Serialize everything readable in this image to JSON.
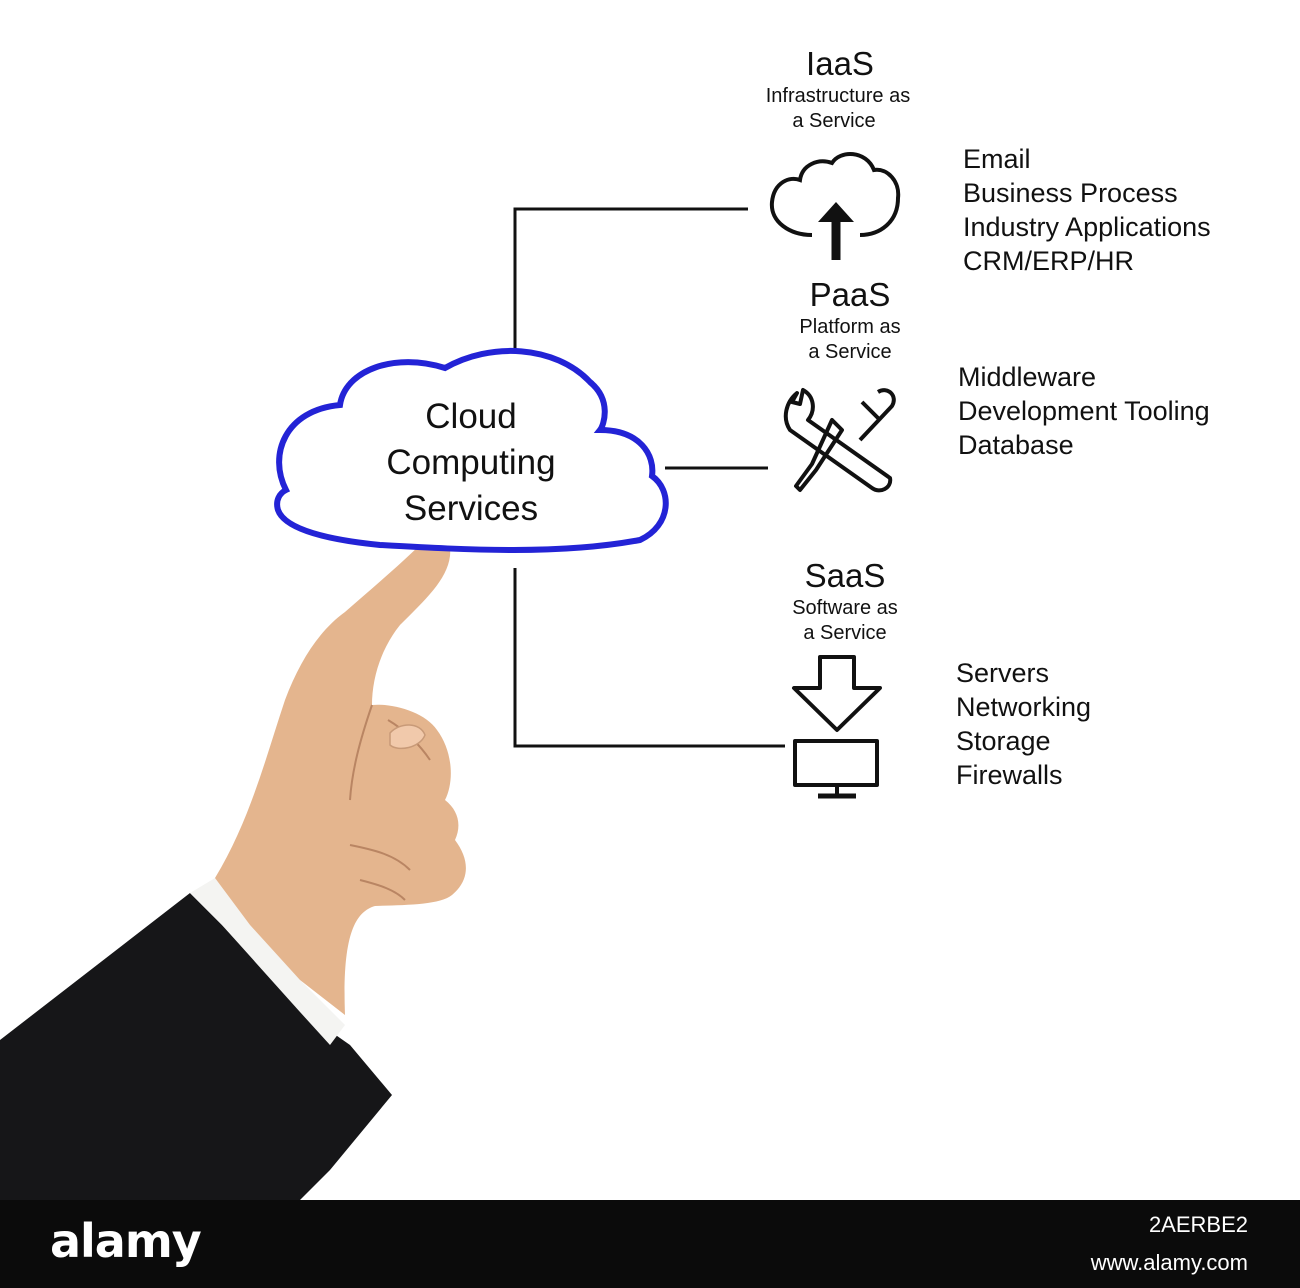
{
  "center": {
    "lines": [
      "Cloud",
      "Computing",
      "Services"
    ]
  },
  "colors": {
    "cloud_outline": "#2323d6",
    "connector": "#111111",
    "footer_bg": "#0b0b0b",
    "suit": "#161618",
    "skin": "#e4b58e"
  },
  "services": [
    {
      "abbr": "IaaS",
      "full_lines": [
        "Infrastructure as",
        "a Service"
      ],
      "icon": "cloud-upload-icon",
      "items": [
        "Email",
        "Business Process",
        "Industry Applications",
        "CRM/ERP/HR"
      ]
    },
    {
      "abbr": "PaaS",
      "full_lines": [
        "Platform as",
        "a Service"
      ],
      "icon": "wrench-screwdriver-icon",
      "items": [
        "Middleware",
        "Development Tooling",
        "Database"
      ]
    },
    {
      "abbr": "SaaS",
      "full_lines": [
        "Software as",
        "a Service"
      ],
      "icon": "download-to-monitor-icon",
      "items": [
        "Servers",
        "Networking",
        "Storage",
        "Firewalls"
      ]
    }
  ],
  "photo": {
    "subject": "hand-pointing-icon"
  },
  "footer": {
    "brand": "alamy",
    "image_id": "2AERBE2",
    "site": "www.alamy.com"
  }
}
